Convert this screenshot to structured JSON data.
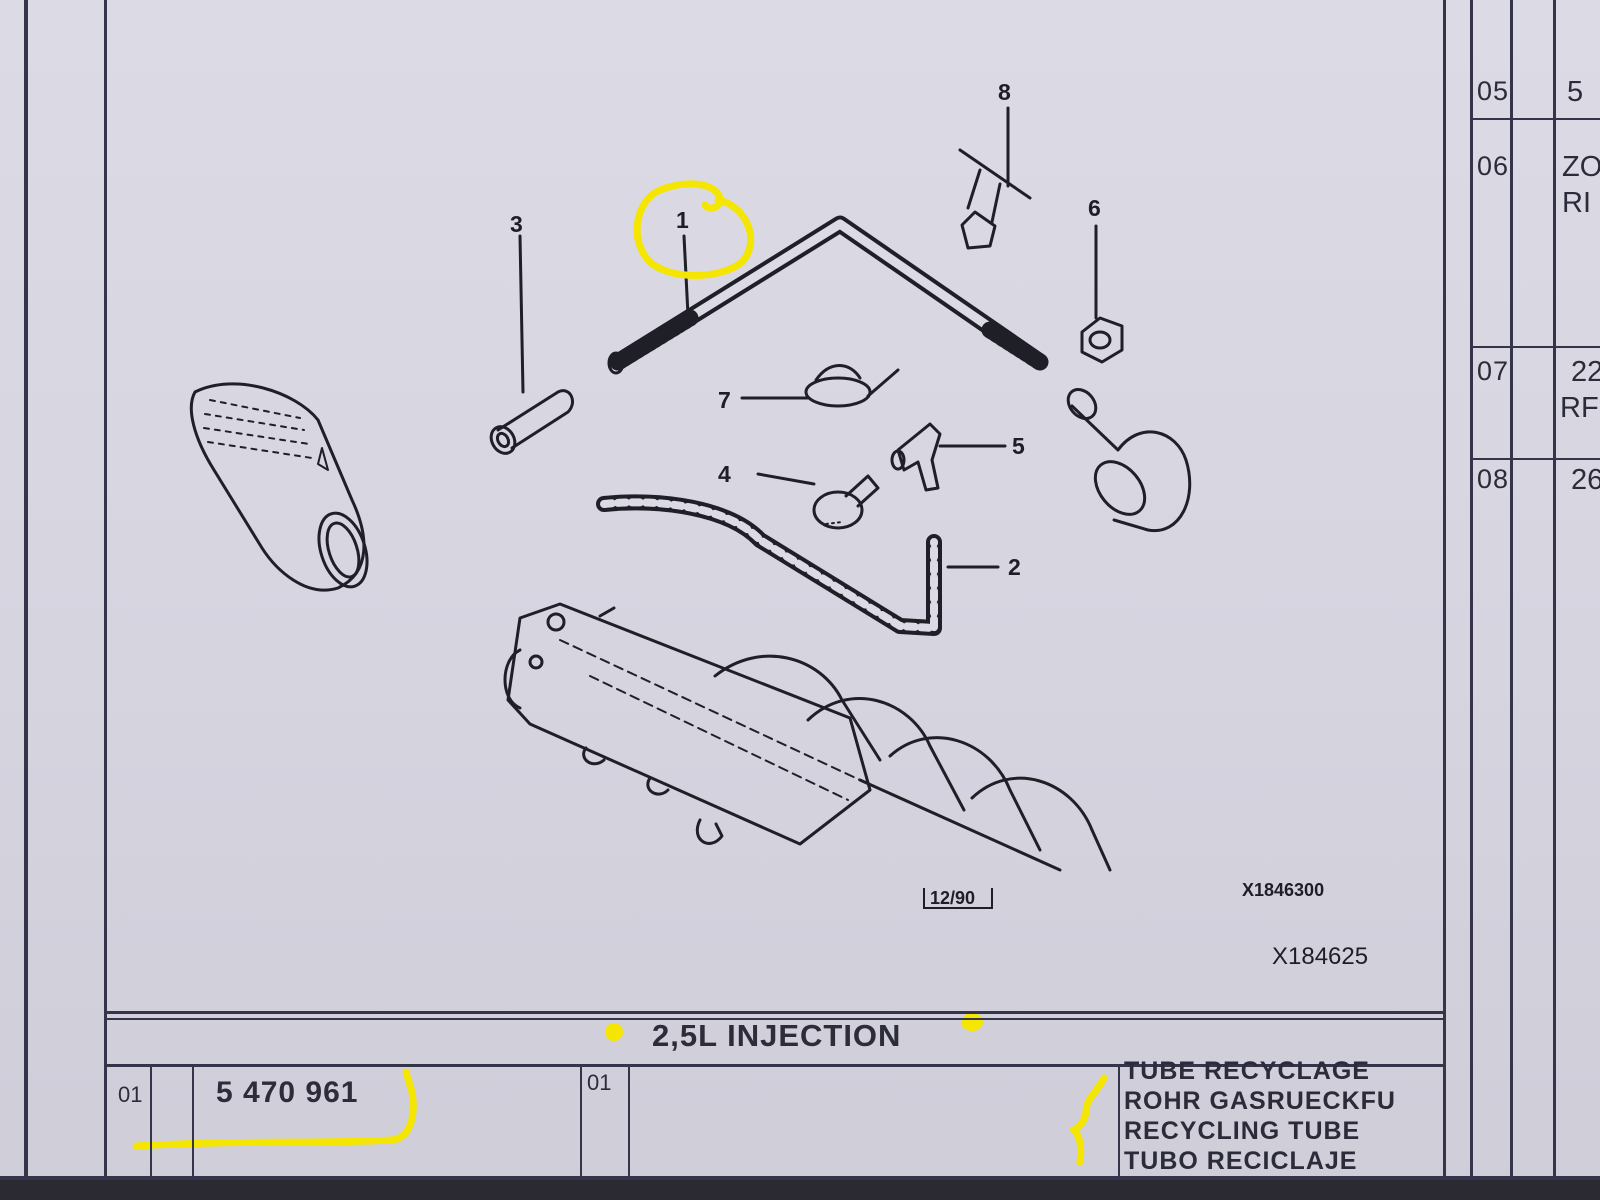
{
  "diagram": {
    "part_numbers": [
      "1",
      "2",
      "3",
      "4",
      "5",
      "6",
      "7",
      "8"
    ],
    "date_stamp": "12/90",
    "reference_1": "X1846300",
    "reference_2": "X184625"
  },
  "side_table": {
    "rows": [
      {
        "code": "05",
        "edge": "5"
      },
      {
        "code": "06",
        "edge": "ZO"
      },
      {
        "code": "",
        "edge": "RI"
      },
      {
        "code": "07",
        "edge": "22"
      },
      {
        "code": "",
        "edge": "RF"
      },
      {
        "code": "08",
        "edge": "26"
      }
    ]
  },
  "parts_table": {
    "section_title": "2,5L INJECTION",
    "row": {
      "index": "01",
      "part_number": "5 470 961",
      "quantity": "01",
      "descriptions": [
        "TUBE RECYCLAGE",
        "ROHR GASRUECKFU",
        "RECYCLING TUBE",
        "TUBO RECICLAJE"
      ]
    }
  },
  "annotation_color": "#f4e600"
}
